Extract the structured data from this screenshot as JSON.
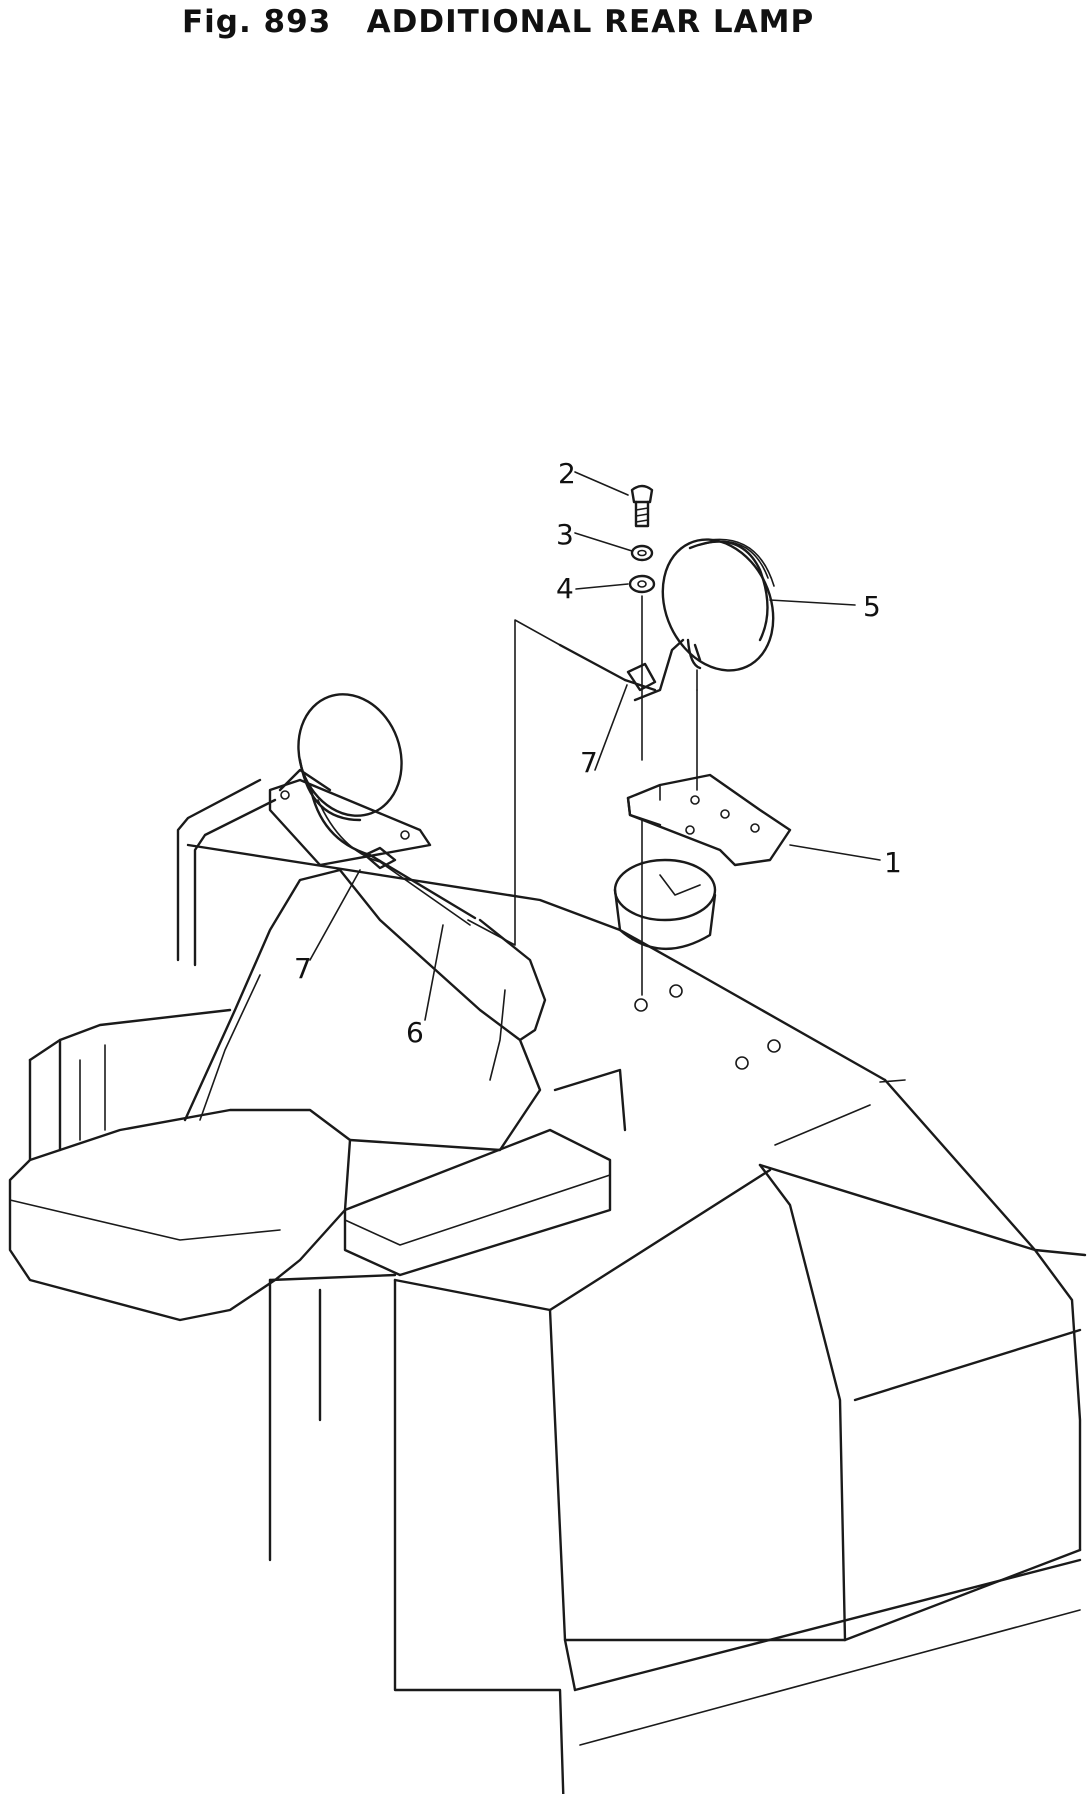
{
  "figure": {
    "title": "Fig. 893   ADDITIONAL REAR LAMP"
  },
  "callouts": [
    {
      "id": "c1",
      "label": "1"
    },
    {
      "id": "c2",
      "label": "2"
    },
    {
      "id": "c3",
      "label": "3"
    },
    {
      "id": "c4",
      "label": "4"
    },
    {
      "id": "c5",
      "label": "5"
    },
    {
      "id": "c6",
      "label": "6"
    },
    {
      "id": "c7a",
      "label": "7"
    },
    {
      "id": "c7b",
      "label": "7"
    }
  ]
}
